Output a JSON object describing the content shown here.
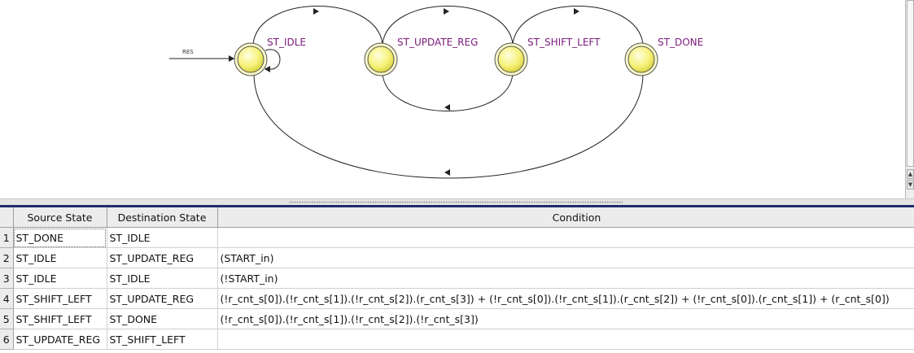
{
  "diagram": {
    "reset_label": "RES",
    "states": [
      {
        "id": "idle",
        "label": "ST_IDLE"
      },
      {
        "id": "update_reg",
        "label": "ST_UPDATE_REG"
      },
      {
        "id": "shift_left",
        "label": "ST_SHIFT_LEFT"
      },
      {
        "id": "done",
        "label": "ST_DONE"
      }
    ]
  },
  "table": {
    "columns": [
      "Source State",
      "Destination State",
      "Condition"
    ],
    "rows": [
      {
        "num": "1",
        "source": "ST_DONE",
        "dest": "ST_IDLE",
        "condition": ""
      },
      {
        "num": "2",
        "source": "ST_IDLE",
        "dest": "ST_UPDATE_REG",
        "condition": "(START_in)"
      },
      {
        "num": "3",
        "source": "ST_IDLE",
        "dest": "ST_IDLE",
        "condition": "(!START_in)"
      },
      {
        "num": "4",
        "source": "ST_SHIFT_LEFT",
        "dest": "ST_UPDATE_REG",
        "condition": "(!r_cnt_s[0]).(!r_cnt_s[1]).(!r_cnt_s[2]).(r_cnt_s[3]) + (!r_cnt_s[0]).(!r_cnt_s[1]).(r_cnt_s[2]) + (!r_cnt_s[0]).(r_cnt_s[1]) + (r_cnt_s[0])"
      },
      {
        "num": "5",
        "source": "ST_SHIFT_LEFT",
        "dest": "ST_DONE",
        "condition": "(!r_cnt_s[0]).(!r_cnt_s[1]).(!r_cnt_s[2]).(!r_cnt_s[3])"
      },
      {
        "num": "6",
        "source": "ST_UPDATE_REG",
        "dest": "ST_SHIFT_LEFT",
        "condition": ""
      }
    ]
  },
  "colors": {
    "state_fill": "#f6f27a",
    "state_stroke": "#444444",
    "state_label": "#7a1a7a",
    "header_rule": "#1e2d6b"
  }
}
